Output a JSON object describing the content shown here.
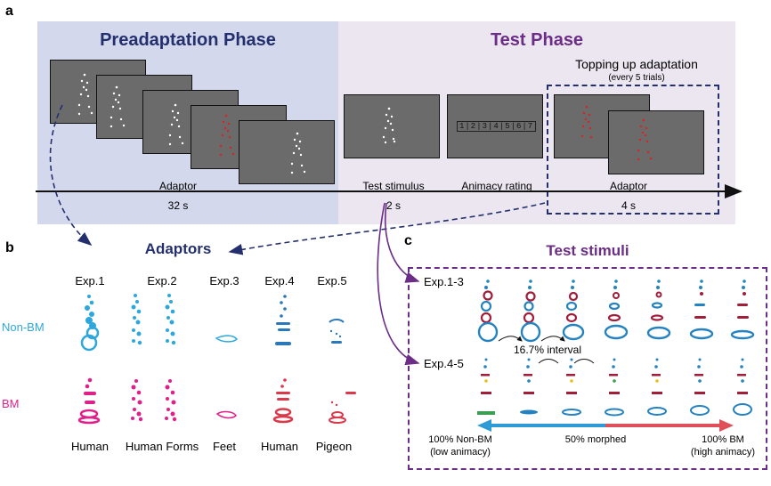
{
  "panel_a": {
    "letter": "a",
    "preadaptation_title": "Preadaptation Phase",
    "test_title": "Test Phase",
    "topping_title": "Topping up adaptation",
    "topping_sub": "(every 5 trials)",
    "rating_scale": "1|2|3|4|5|6|7",
    "timeline": [
      {
        "label": "Adaptor",
        "duration": "32 s"
      },
      {
        "label": "Test stimulus",
        "duration": "2 s"
      },
      {
        "label": "Animacy rating",
        "duration": ""
      },
      {
        "label": "Adaptor",
        "duration": "4 s"
      }
    ],
    "colors": {
      "pre_bg": "#d3d8ec",
      "test_bg": "#ebe6f0",
      "pre_title": "#24306e",
      "test_title": "#6b2d86",
      "screen": "#6b6b6b"
    }
  },
  "panel_b": {
    "letter": "b",
    "title": "Adaptors",
    "rows": [
      "Non-BM",
      "BM"
    ],
    "experiments": [
      "Exp.1",
      "Exp.2",
      "Exp.3",
      "Exp.4",
      "Exp.5"
    ],
    "categories": [
      "Human",
      "Human Forms",
      "Feet",
      "Human",
      "Pigeon"
    ],
    "colors": {
      "non_bm": "#2ea8dc",
      "bm": "#e0208a",
      "bm_exp4": "#d9394b"
    }
  },
  "panel_c": {
    "letter": "c",
    "title": "Test stimuli",
    "row_labels": [
      "Exp.1-3",
      "Exp.4-5"
    ],
    "interval_label": "16.7% interval",
    "axis_left": "100% Non-BM",
    "axis_left_sub": "(low animacy)",
    "axis_mid": "50% morphed",
    "axis_right": "100%  BM",
    "axis_right_sub": "(high animacy)",
    "colors": {
      "blue": "#2582c0",
      "red": "#a01e3a",
      "arrow_left": "#2e9bd6",
      "arrow_right": "#e0505a"
    }
  }
}
